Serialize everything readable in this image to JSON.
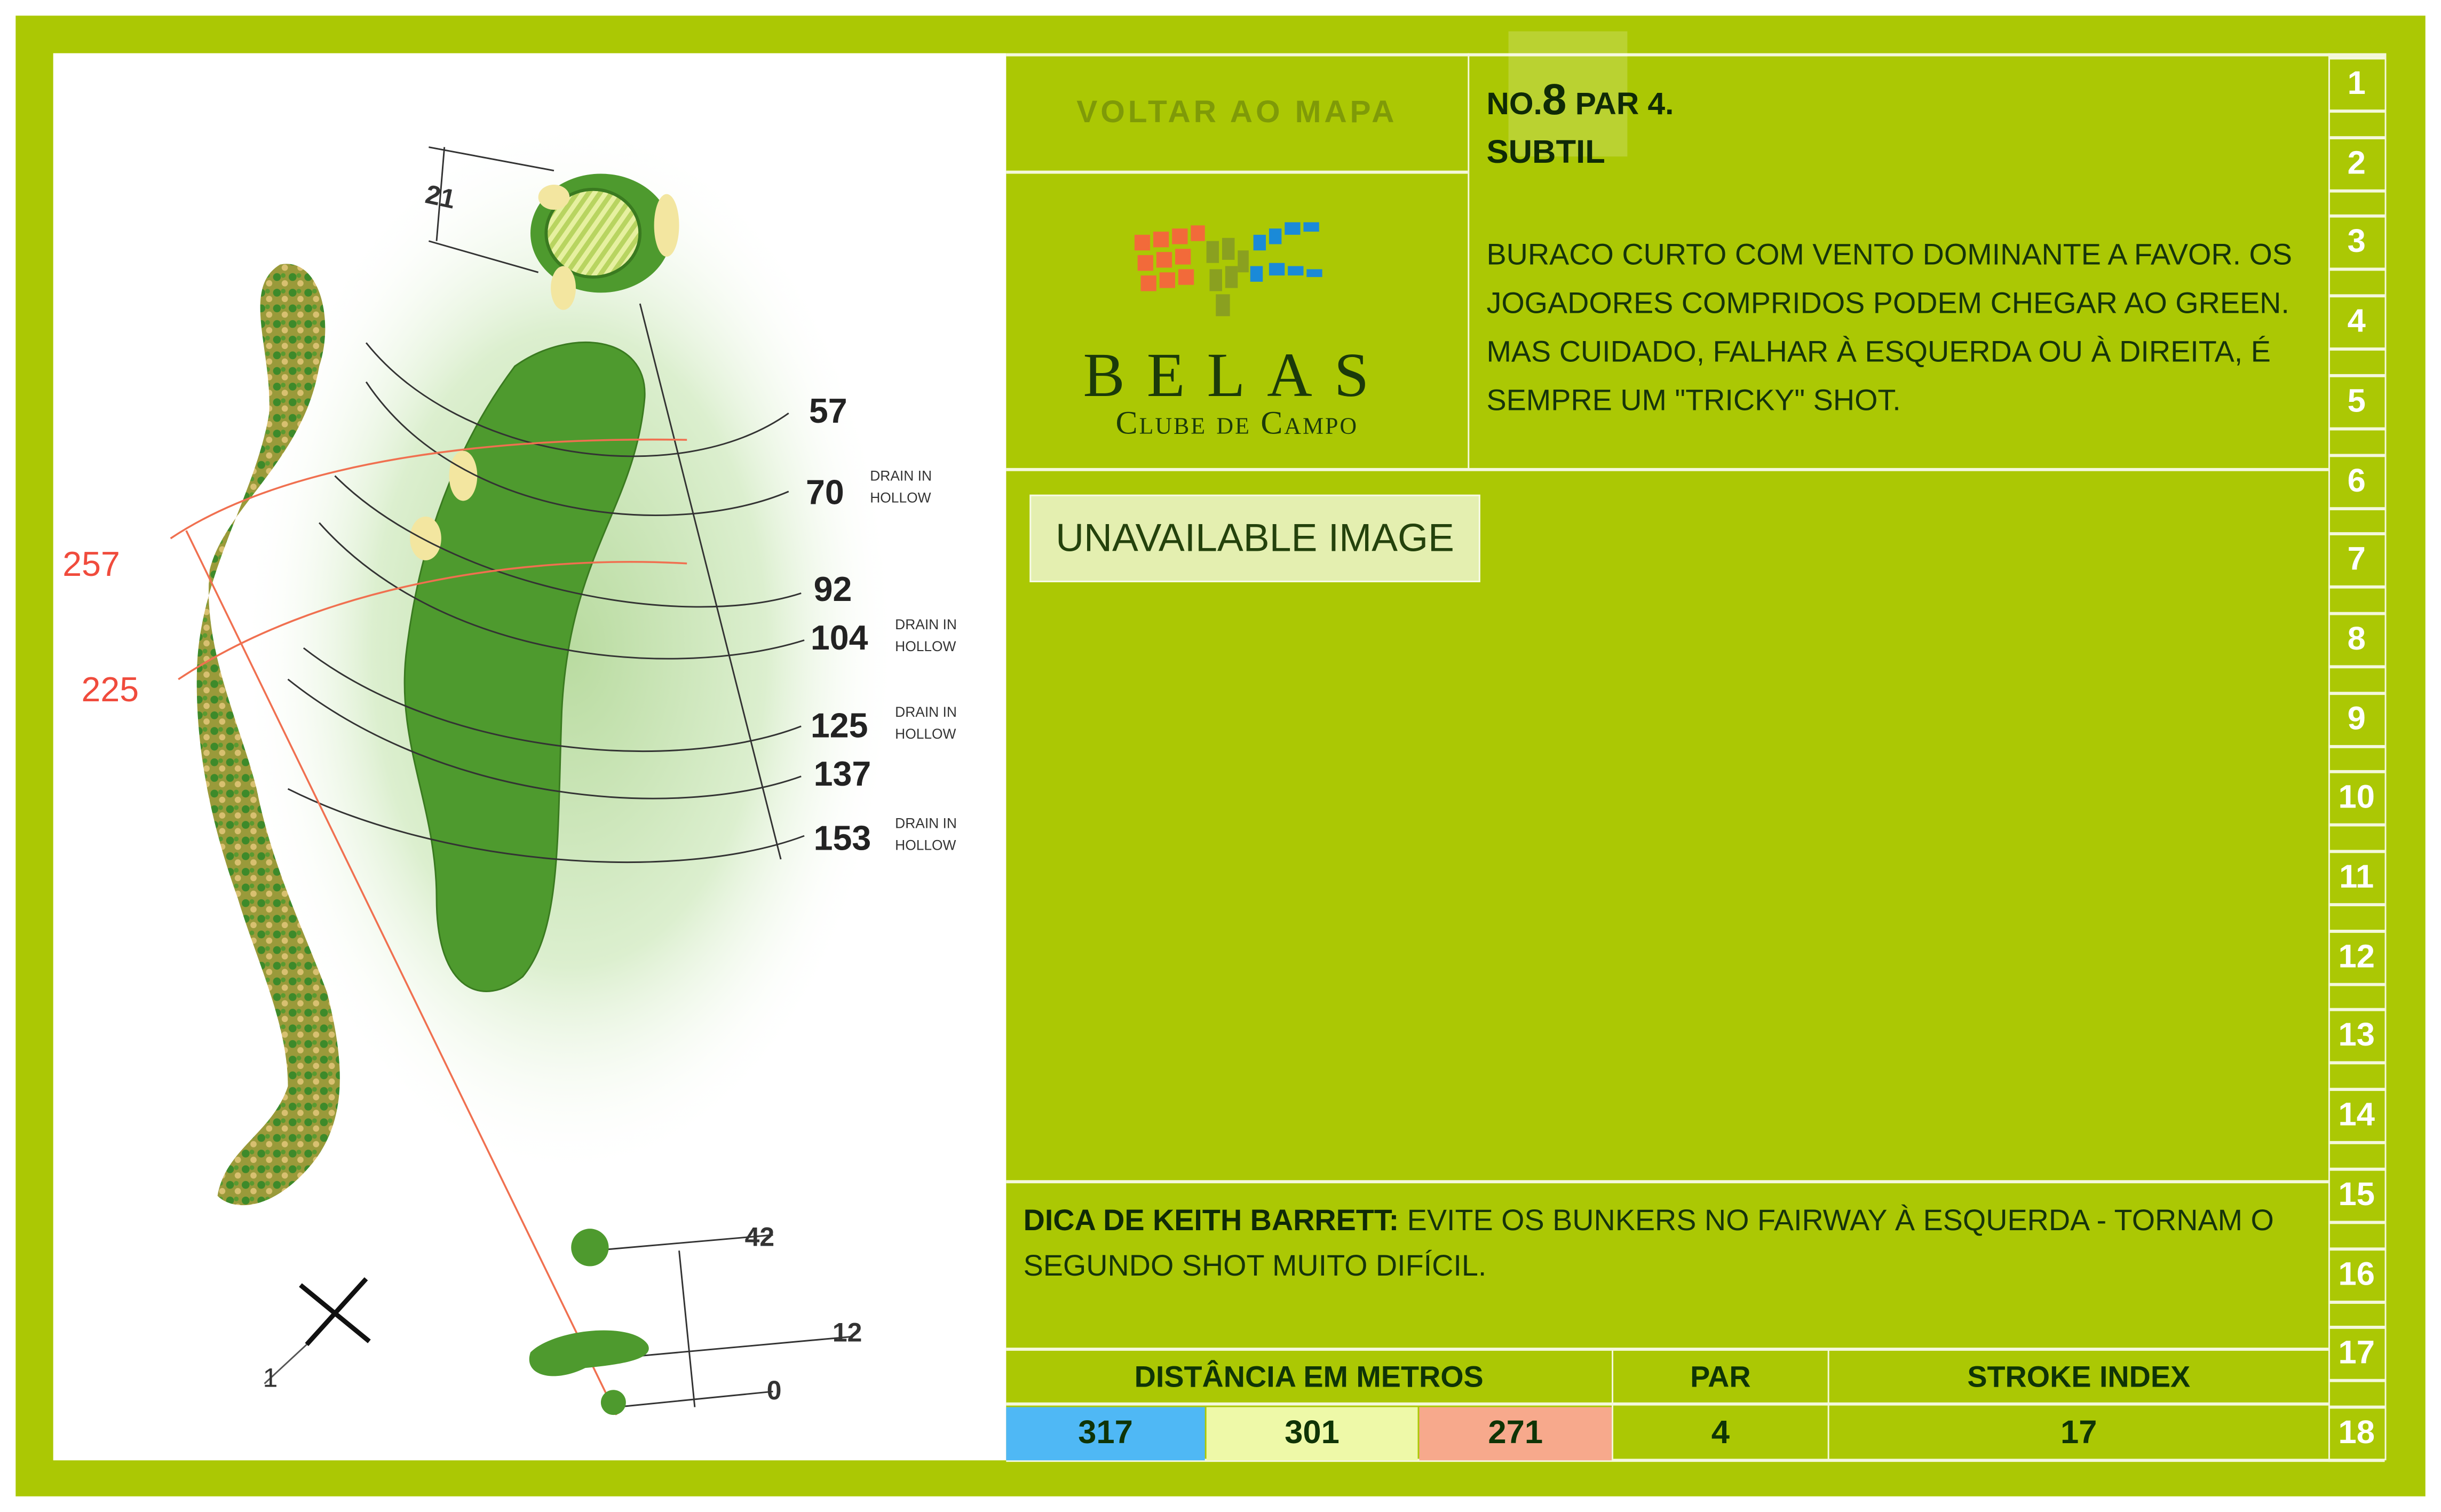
{
  "nav": {
    "back_label": "VOLTAR AO MAPA"
  },
  "logo": {
    "name": "BELAS",
    "subtitle": "Clube de Campo"
  },
  "hole": {
    "number_prefix": "NO.",
    "number": "8",
    "par_label": "PAR 4.",
    "name": "SUBTIL",
    "description": "BURACO CURTO COM VENTO DOMINANTE A FAVOR. OS JOGADORES COMPRIDOS PODEM CHEGAR AO GREEN. MAS CUIDADO, FALHAR À ESQUERDA OU À DIREITA, É SEMPRE UM \"TRICKY\" SHOT."
  },
  "image_placeholder": "UNAVAILABLE IMAGE",
  "tip": {
    "label": "DICA DE KEITH BARRETT:",
    "text": " EVITE OS BUNKERS NO FAIRWAY À ESQUERDA - TORNAM O SEGUNDO SHOT MUITO DIFÍCIL."
  },
  "stats": {
    "distance_header": "DISTÂNCIA EM METROS",
    "par_header": "PAR",
    "stroke_header": "STROKE INDEX",
    "distances": [
      {
        "value": "317",
        "color": "#4fb8f5"
      },
      {
        "value": "301",
        "color": "#eef9a8"
      },
      {
        "value": "271",
        "color": "#f7a98c"
      }
    ],
    "par": "4",
    "stroke_index": "17"
  },
  "holes": [
    "1",
    "2",
    "3",
    "4",
    "5",
    "6",
    "7",
    "8",
    "9",
    "10",
    "11",
    "12",
    "13",
    "14",
    "15",
    "16",
    "17",
    "18"
  ],
  "map": {
    "green_depth": "21",
    "distances": [
      "57",
      "70",
      "92",
      "104",
      "125",
      "137",
      "153"
    ],
    "drain_label_1": "DRAIN IN",
    "drain_label_2": "HOLLOW",
    "carry_distances": [
      "257",
      "225"
    ],
    "tee_distances": [
      "42",
      "12",
      "0"
    ],
    "compass_label": "1"
  },
  "colors": {
    "frame": "#abc804",
    "text_dark": "#0f2a06",
    "carry": "#f04b3c"
  }
}
